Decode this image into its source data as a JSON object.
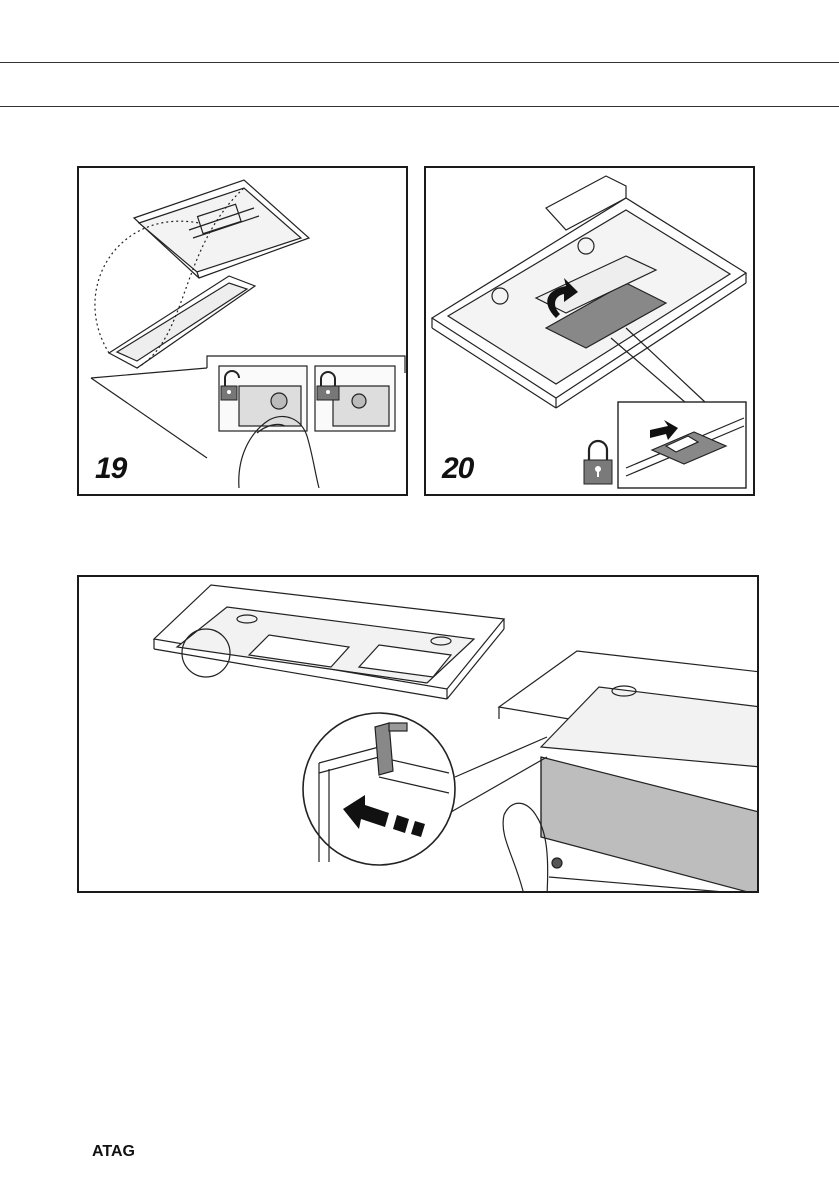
{
  "figures": [
    {
      "number": "19",
      "icon": "lock-unlock-icons"
    },
    {
      "number": "20",
      "icon": "lock-icon"
    },
    {
      "number": ""
    }
  ],
  "footer": {
    "brand": "ATAG"
  }
}
